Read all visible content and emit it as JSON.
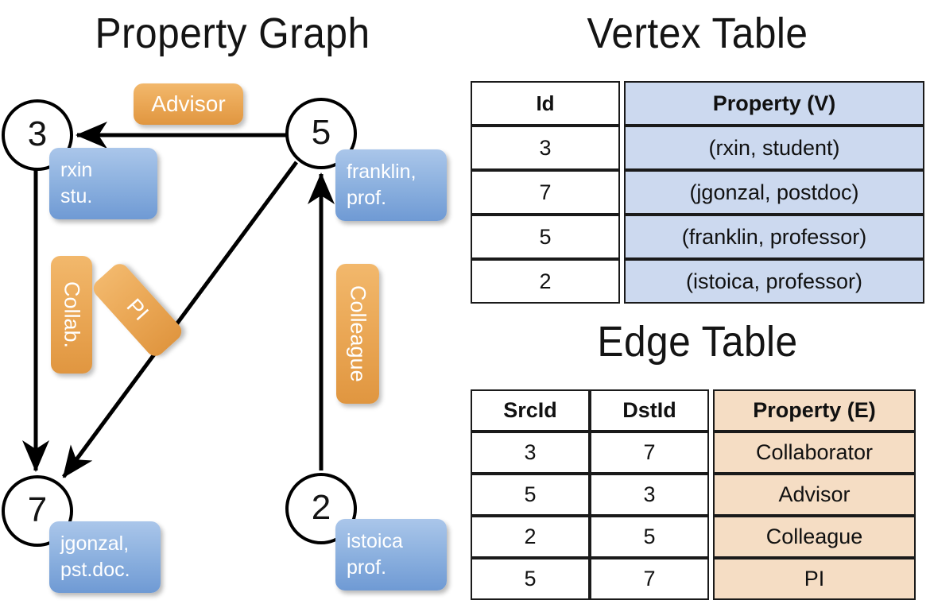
{
  "titles": {
    "property_graph": "Property Graph",
    "vertex_table": "Vertex Table",
    "edge_table": "Edge Table"
  },
  "graph": {
    "nodes": [
      {
        "id": "3",
        "property_label_line1": "rxin",
        "property_label_line2": "stu."
      },
      {
        "id": "5",
        "property_label_line1": "franklin,",
        "property_label_line2": "prof."
      },
      {
        "id": "7",
        "property_label_line1": "jgonzal,",
        "property_label_line2": "pst.doc."
      },
      {
        "id": "2",
        "property_label_line1": "istoica",
        "property_label_line2": "prof."
      }
    ],
    "edge_labels": {
      "advisor": "Advisor",
      "collab": "Collab.",
      "pi": "PI",
      "colleague": "Colleague"
    },
    "edges": [
      {
        "src": "5",
        "dst": "3",
        "label": "Advisor"
      },
      {
        "src": "3",
        "dst": "7",
        "label": "Collab."
      },
      {
        "src": "5",
        "dst": "7",
        "label": "PI"
      },
      {
        "src": "2",
        "dst": "5",
        "label": "Colleague"
      }
    ]
  },
  "vertex_table": {
    "headers": [
      "Id",
      "Property (V)"
    ],
    "rows": [
      {
        "id": "3",
        "property": "(rxin, student)"
      },
      {
        "id": "7",
        "property": "(jgonzal, postdoc)"
      },
      {
        "id": "5",
        "property": "(franklin, professor)"
      },
      {
        "id": "2",
        "property": "(istoica, professor)"
      }
    ]
  },
  "edge_table": {
    "headers": [
      "SrcId",
      "DstId",
      "Property (E)"
    ],
    "rows": [
      {
        "src": "3",
        "dst": "7",
        "property": "Collaborator"
      },
      {
        "src": "5",
        "dst": "3",
        "property": "Advisor"
      },
      {
        "src": "2",
        "dst": "5",
        "property": "Colleague"
      },
      {
        "src": "5",
        "dst": "7",
        "property": "PI"
      }
    ]
  },
  "colors": {
    "vertex_box": "#8fb3e0",
    "edge_box": "#eaa755",
    "vertex_table_highlight": "#ccd9ef",
    "edge_table_highlight": "#f5ddc4",
    "stroke": "#000000",
    "background": "#ffffff"
  }
}
